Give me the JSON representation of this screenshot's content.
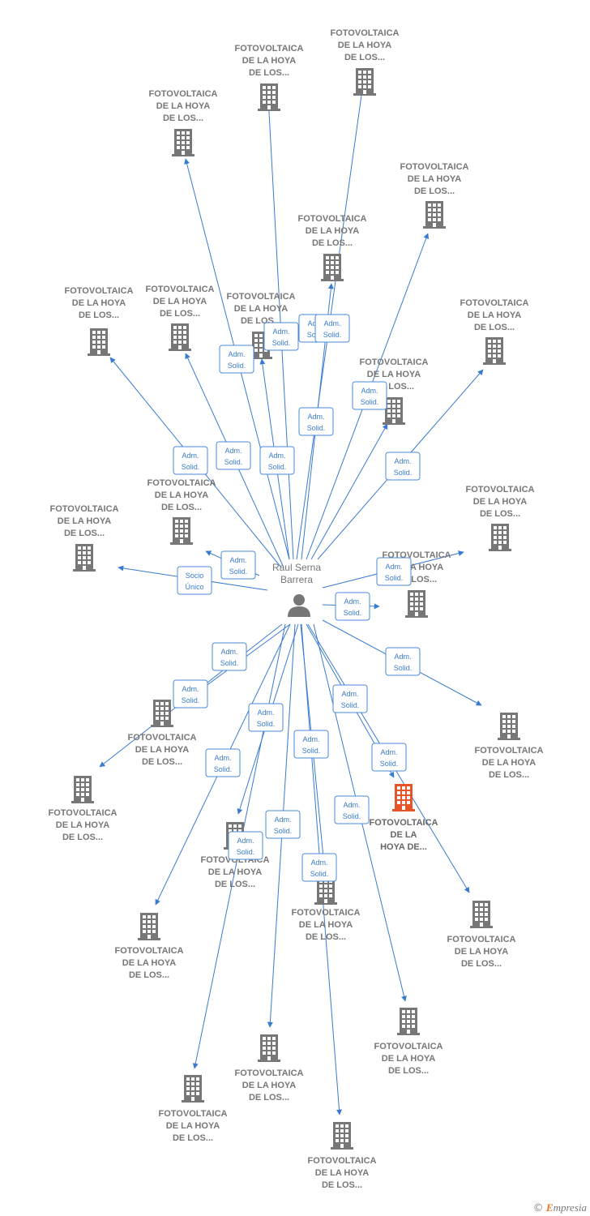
{
  "center": {
    "name_line1": "Raul Serna",
    "name_line2": "Barrera"
  },
  "company_label": [
    "FOTOVOLTAICA",
    "DE LA HOYA",
    "DE LOS..."
  ],
  "highlight_label": [
    "FOTOVOLTAICA",
    "DE LA",
    "HOYA DE..."
  ],
  "edge_label_default": [
    "Adm.",
    "Solid."
  ],
  "edge_label_socio": [
    "Socio",
    "Único"
  ],
  "colors": {
    "edge": "#3a7bd0",
    "node": "#777777",
    "highlight": "#e8542a"
  },
  "footer": {
    "copyright": "©",
    "brand_first": "E",
    "brand_rest": "mpresia"
  }
}
